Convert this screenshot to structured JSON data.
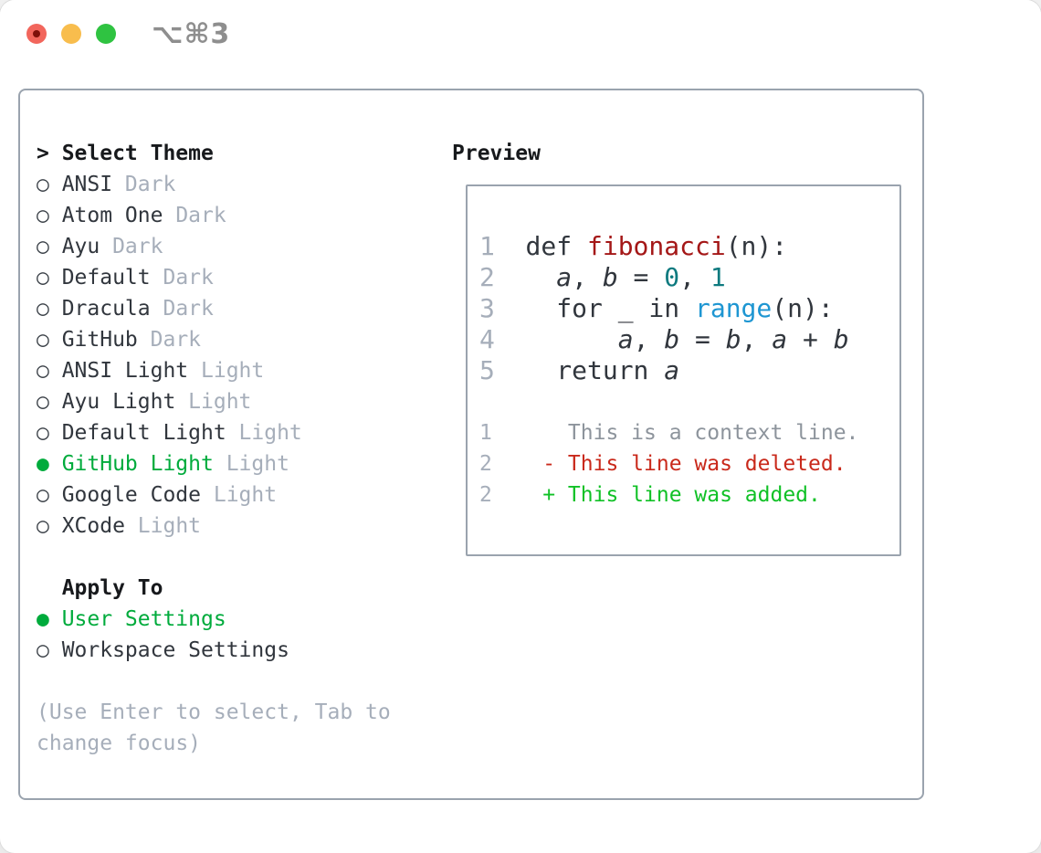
{
  "titlebar": {
    "shortcut": "⌥⌘3"
  },
  "theme_picker": {
    "header": {
      "prompt": ">",
      "label": "Select Theme"
    },
    "items": [
      {
        "marker": "○",
        "name": "ANSI",
        "variant": "Dark",
        "selected": false
      },
      {
        "marker": "○",
        "name": "Atom One",
        "variant": "Dark",
        "selected": false
      },
      {
        "marker": "○",
        "name": "Ayu",
        "variant": "Dark",
        "selected": false
      },
      {
        "marker": "○",
        "name": "Default",
        "variant": "Dark",
        "selected": false
      },
      {
        "marker": "○",
        "name": "Dracula",
        "variant": "Dark",
        "selected": false
      },
      {
        "marker": "○",
        "name": "GitHub",
        "variant": "Dark",
        "selected": false
      },
      {
        "marker": "○",
        "name": "ANSI Light",
        "variant": "Light",
        "selected": false
      },
      {
        "marker": "○",
        "name": "Ayu Light",
        "variant": "Light",
        "selected": false
      },
      {
        "marker": "○",
        "name": "Default Light",
        "variant": "Light",
        "selected": false
      },
      {
        "marker": "●",
        "name": "GitHub Light",
        "variant": "Light",
        "selected": true
      },
      {
        "marker": "○",
        "name": "Google Code",
        "variant": "Light",
        "selected": false
      },
      {
        "marker": "○",
        "name": "XCode",
        "variant": "Light",
        "selected": false
      }
    ],
    "apply_to": {
      "label": "Apply To",
      "options": [
        {
          "marker": "●",
          "label": "User Settings",
          "selected": true
        },
        {
          "marker": "○",
          "label": "Workspace Settings",
          "selected": false
        }
      ]
    },
    "hint": "(Use Enter to select, Tab to change focus)"
  },
  "preview": {
    "title": "Preview",
    "code_lines": [
      {
        "num": "1",
        "segs": [
          {
            "t": "def ",
            "c": "plain"
          },
          {
            "t": "fibonacci",
            "c": "fn"
          },
          {
            "t": "(n):",
            "c": "plain"
          }
        ]
      },
      {
        "num": "2",
        "segs": [
          {
            "t": "  ",
            "c": "plain"
          },
          {
            "t": "a",
            "c": "var"
          },
          {
            "t": ", ",
            "c": "plain"
          },
          {
            "t": "b",
            "c": "var"
          },
          {
            "t": " = ",
            "c": "plain"
          },
          {
            "t": "0",
            "c": "num"
          },
          {
            "t": ", ",
            "c": "plain"
          },
          {
            "t": "1",
            "c": "num"
          }
        ]
      },
      {
        "num": "3",
        "segs": [
          {
            "t": "  for _ in ",
            "c": "plain"
          },
          {
            "t": "range",
            "c": "builtin"
          },
          {
            "t": "(n):",
            "c": "plain"
          }
        ]
      },
      {
        "num": "4",
        "segs": [
          {
            "t": "      ",
            "c": "plain"
          },
          {
            "t": "a",
            "c": "var"
          },
          {
            "t": ", ",
            "c": "plain"
          },
          {
            "t": "b",
            "c": "var"
          },
          {
            "t": " = ",
            "c": "plain"
          },
          {
            "t": "b",
            "c": "var"
          },
          {
            "t": ", ",
            "c": "plain"
          },
          {
            "t": "a",
            "c": "var"
          },
          {
            "t": " + ",
            "c": "plain"
          },
          {
            "t": "b",
            "c": "var"
          }
        ]
      },
      {
        "num": "5",
        "segs": [
          {
            "t": "  return ",
            "c": "plain"
          },
          {
            "t": "a",
            "c": "var"
          }
        ]
      }
    ],
    "diff_lines": [
      {
        "num": "1",
        "segs": [
          {
            "t": "     This is a context line.",
            "c": "context"
          }
        ]
      },
      {
        "num": "2",
        "segs": [
          {
            "t": "   - This line was deleted.",
            "c": "deleted"
          }
        ]
      },
      {
        "num": "2",
        "segs": [
          {
            "t": "   + This line was added.",
            "c": "added"
          }
        ]
      }
    ]
  },
  "colors": {
    "selected_green": "#00ab3c",
    "added_green": "#10c126",
    "deleted_red": "#c9291b",
    "function_red": "#a41717",
    "number_teal": "#0e7a7f",
    "builtin_blue": "#1e96d2",
    "muted_gray": "#a6aeba",
    "context_gray": "#8d949c",
    "text_dark": "#31363d",
    "panel_border": "#9aa3ae",
    "traffic_red": "#f2665c",
    "traffic_yellow": "#f8bd4d",
    "traffic_green": "#2fc341"
  }
}
